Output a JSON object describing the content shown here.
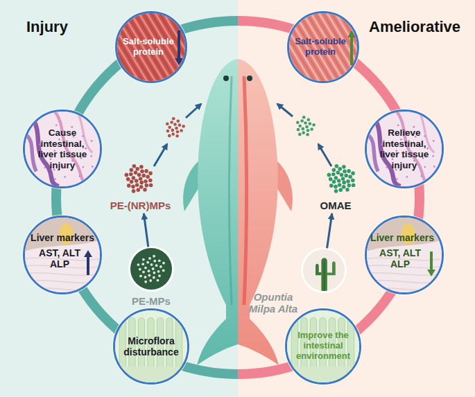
{
  "diagram": {
    "nodes": [
      {
        "text": [
          "Salt-soluble protein"
        ]
      },
      {
        "text": [
          "Cause intestinal, liver tissue injury"
        ]
      },
      {
        "text": [
          "Liver markers",
          "AST, ALT ALP"
        ]
      },
      {
        "text": [
          "Microflora disturbance"
        ]
      },
      {
        "text": [
          "PE-(NR)MPs"
        ]
      },
      {
        "text": [
          "PE-MPs"
        ]
      },
      {
        "text": [
          "Salt-soluble protein"
        ]
      },
      {
        "text": [
          "Relieve intestinal, liver tissue injury"
        ]
      },
      {
        "text": [
          "Liver markers",
          "AST, ALT ALP"
        ]
      },
      {
        "text": [
          "Improve the intestinal environment"
        ]
      },
      {
        "text": [
          "OMAE"
        ]
      },
      {
        "text": [
          "Opuntia Milpa Alta"
        ]
      }
    ],
    "edges": [
      {
        "from": 5,
        "to": 4,
        "arrow": "to"
      },
      {
        "from": 11,
        "to": 10,
        "arrow": "to"
      }
    ],
    "labels": [
      "Injury",
      "Ameliorative"
    ]
  }
}
